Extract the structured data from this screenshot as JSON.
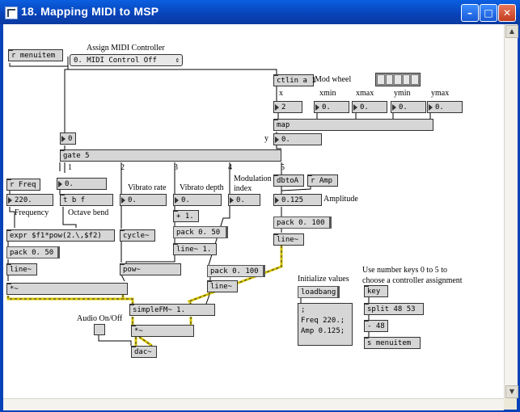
{
  "window": {
    "title": "18. Mapping MIDI to MSP",
    "buttons": {
      "minimize": "–",
      "maximize": "□",
      "close": "✕"
    }
  },
  "patch": {
    "menuitem_recv": "r menuitem",
    "assign_label": "Assign MIDI Controller",
    "assign_menu": "0. MIDI Control Off",
    "ctlin": "ctlin a 1",
    "mod_wheel_label": "Mod wheel",
    "map_labels": {
      "x": "x",
      "xmin": "xmin",
      "xmax": "xmax",
      "ymin": "ymin",
      "ymax": "ymax",
      "y": "y"
    },
    "x_num": "2",
    "xmin_num": "0.",
    "xmax_num": "0.",
    "ymin_num": "0.",
    "ymax_num": "0.",
    "map_obj": "map",
    "map_out": "0.",
    "gate_num": "0",
    "gate": "gate 5",
    "outlet_labels": [
      "1",
      "2",
      "3",
      "4",
      "5"
    ],
    "r_freq": "r Freq",
    "freq_num": "220.",
    "freq_label": "Frequency",
    "tbf_num": "0.",
    "tbf": "t b f",
    "octave_label": "Octave bend",
    "expr": "expr $f1*pow(2.\\,$f2)",
    "pack1": "pack 0. 50",
    "line1": "line~",
    "mult1": "*~",
    "vibrato_rate_label": "Vibrato rate",
    "vib_rate_num": "0.",
    "cycle": "cycle~",
    "pow": "pow~",
    "vibrato_depth_label": "Vibrato depth",
    "vib_depth_num": "0.",
    "plus1": "+ 1.",
    "pack2": "pack 0. 50",
    "line2": "line~ 1.",
    "mod_index_label": "Modulation index",
    "mod_num": "0.",
    "pack3": "pack 0. 100",
    "line3": "line~",
    "dbtoa": "dbtoA",
    "r_amp": "r Amp",
    "amp_num": "0.125",
    "amplitude_label": "Amplitude",
    "pack4": "pack 0. 100",
    "line4": "line~",
    "simplefm": "simpleFM~ 1.",
    "mult2": "*~",
    "audio_label": "Audio On/Off",
    "dac": "dac~",
    "init_label": "Initialize values",
    "loadbang": "loadbang",
    "init_msg": ";\nFreq 220.;\nAmp 0.125;",
    "keys_label": "Use number keys 0 to 5 to\nchoose a controller assignment",
    "key": "key",
    "split": "split 48 53",
    "minus": "- 48",
    "s_menuitem": "s menuitem"
  }
}
